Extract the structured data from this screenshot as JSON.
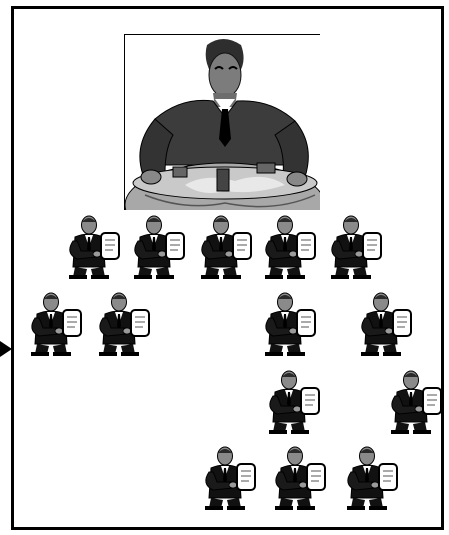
{
  "slide": {
    "leader_icon": "executive-at-globe-icon",
    "worker_icon": "businessman-with-tablet-icon",
    "arrow_icon": "arrow-right-icon",
    "colors": {
      "ink": "#000000",
      "dark_gray": "#3a3a3a",
      "mid_gray": "#7f7f7f",
      "light_gray": "#bdbdbd",
      "globe": "#a8a8a8",
      "background": "#ffffff"
    },
    "worker_rows": [
      {
        "count": 5
      },
      {
        "count": 4
      },
      {
        "count": 2
      },
      {
        "count": 3
      }
    ]
  }
}
